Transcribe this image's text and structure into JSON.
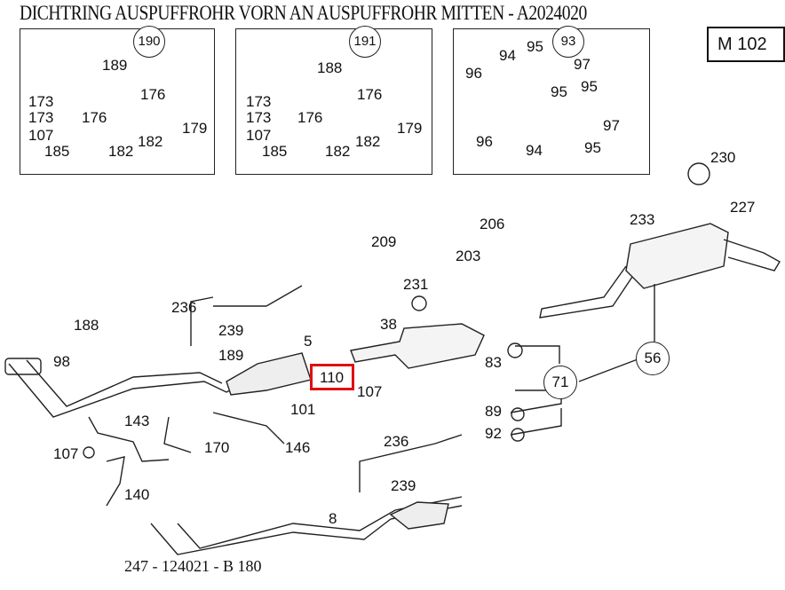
{
  "title": "DICHTRING AUSPUFFROHR VORN AN AUSPUFFROHR MITTEN - A2024020",
  "model": "M 102",
  "footer": "247 - 124021 - B 180",
  "highlight_color": "#e01010",
  "inset1": {
    "badge": "190",
    "labels": [
      "189",
      "173",
      "173",
      "176",
      "176",
      "107",
      "185",
      "182",
      "182",
      "179"
    ]
  },
  "inset2": {
    "badge": "191",
    "labels": [
      "188",
      "173",
      "173",
      "176",
      "176",
      "107",
      "185",
      "182",
      "182",
      "179"
    ]
  },
  "inset3": {
    "badge": "93",
    "labels": [
      "96",
      "94",
      "95",
      "97",
      "95",
      "95",
      "97",
      "96",
      "94",
      "95"
    ]
  },
  "main": {
    "labels": [
      "230",
      "233",
      "227",
      "209",
      "206",
      "203",
      "231",
      "38",
      "236",
      "239",
      "189",
      "188",
      "98",
      "5",
      "107",
      "101",
      "83",
      "89",
      "92",
      "143",
      "170",
      "146",
      "107",
      "140",
      "236",
      "239",
      "8"
    ],
    "highlighted": "110",
    "circles": [
      "71",
      "56"
    ]
  }
}
